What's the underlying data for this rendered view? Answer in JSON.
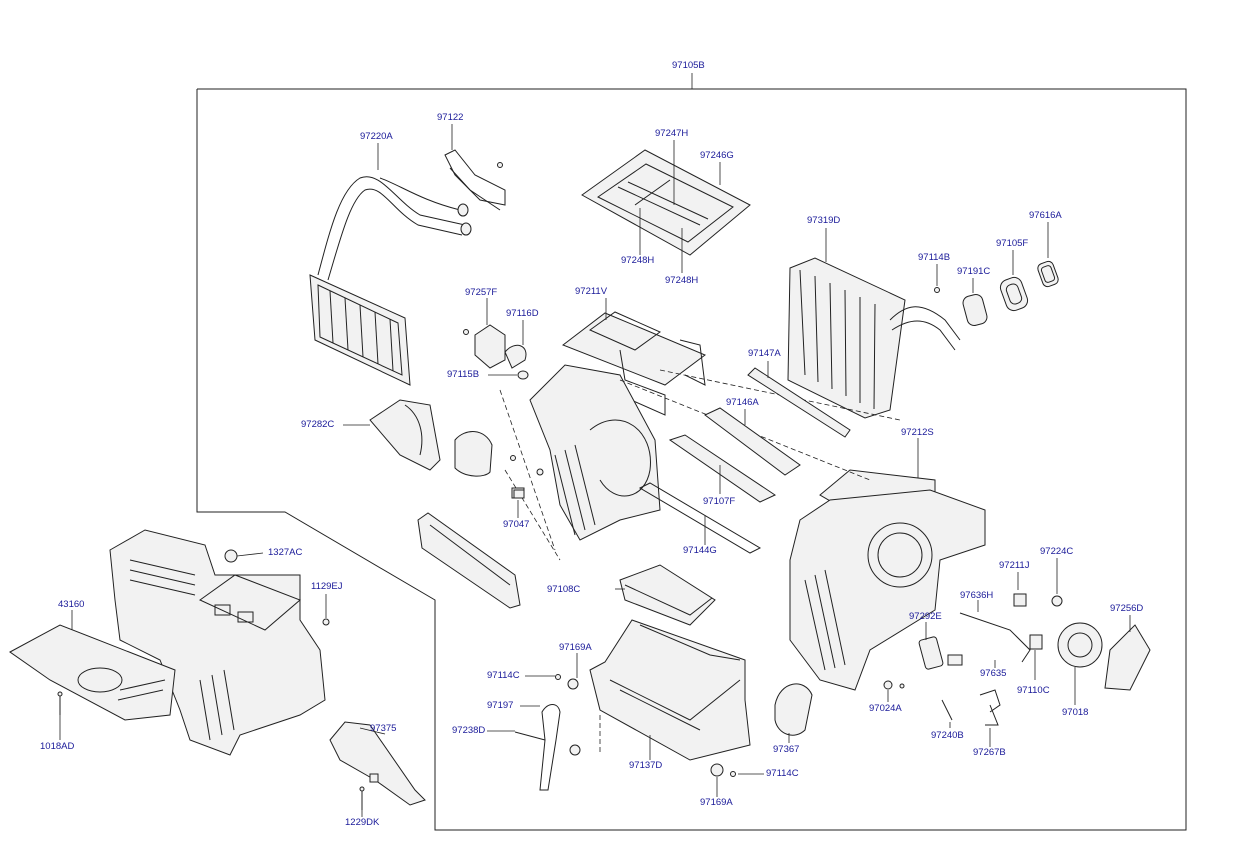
{
  "labels": {
    "p97105B": "97105B",
    "p97220A": "97220A",
    "p97122": "97122",
    "p97247H": "97247H",
    "p97246G": "97246G",
    "p97248H_a": "97248H",
    "p97248H_b": "97248H",
    "p97319D": "97319D",
    "p97616A": "97616A",
    "p97105F": "97105F",
    "p97114B": "97114B",
    "p97191C": "97191C",
    "p97257F": "97257F",
    "p97211V": "97211V",
    "p97116D": "97116D",
    "p97115B": "97115B",
    "p97147A": "97147A",
    "p97146A": "97146A",
    "p97282C": "97282C",
    "p97212S": "97212S",
    "p97107F": "97107F",
    "p97047": "97047",
    "p97144G": "97144G",
    "p1327AC": "1327AC",
    "p1129EJ": "1129EJ",
    "p43160": "43160",
    "p97108C": "97108C",
    "p97211J": "97211J",
    "p97224C": "97224C",
    "p97636H": "97636H",
    "p97256D": "97256D",
    "p97292E": "97292E",
    "p97169A_a": "97169A",
    "p97114C_a": "97114C",
    "p97635": "97635",
    "p97110C": "97110C",
    "p97197": "97197",
    "p97024A": "97024A",
    "p97018": "97018",
    "p1018AD": "1018AD",
    "p97375": "97375",
    "p97238D": "97238D",
    "p97240B": "97240B",
    "p97367": "97367",
    "p97267B": "97267B",
    "p97137D": "97137D",
    "p97114C_b": "97114C",
    "p97169A_b": "97169A",
    "p1229DK": "1229DK"
  }
}
